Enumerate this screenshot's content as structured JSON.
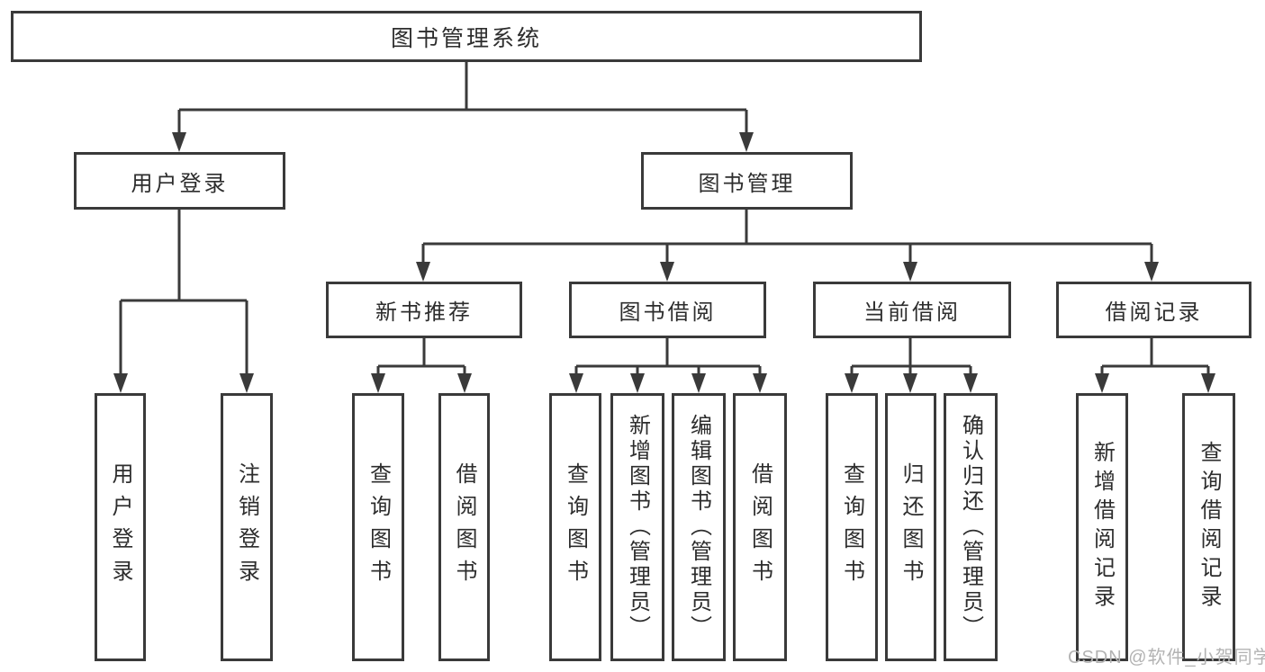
{
  "colors": {
    "line": "#3a3a3a",
    "text": "#2d2d2d",
    "watermark": "#b3b3b3",
    "background": "#ffffff"
  },
  "tree": {
    "root": {
      "label": "图书管理系统"
    },
    "children": [
      {
        "label": "用户登录",
        "children": [
          {
            "label": "用户登录"
          },
          {
            "label": "注销登录"
          }
        ]
      },
      {
        "label": "图书管理",
        "children": [
          {
            "label": "新书推荐",
            "children": [
              {
                "label": "查询图书"
              },
              {
                "label": "借阅图书"
              }
            ]
          },
          {
            "label": "图书借阅",
            "children": [
              {
                "label": "查询图书"
              },
              {
                "label": "新增图书（管理员）"
              },
              {
                "label": "编辑图书（管理员）"
              },
              {
                "label": "借阅图书"
              }
            ]
          },
          {
            "label": "当前借阅",
            "children": [
              {
                "label": "查询图书"
              },
              {
                "label": "归还图书"
              },
              {
                "label": "确认归还（管理员）"
              }
            ]
          },
          {
            "label": "借阅记录",
            "children": [
              {
                "label": "新增借阅记录"
              },
              {
                "label": "查询借阅记录"
              }
            ]
          }
        ]
      }
    ]
  },
  "watermark": {
    "text": "CSDN @软件_小贺同学"
  }
}
